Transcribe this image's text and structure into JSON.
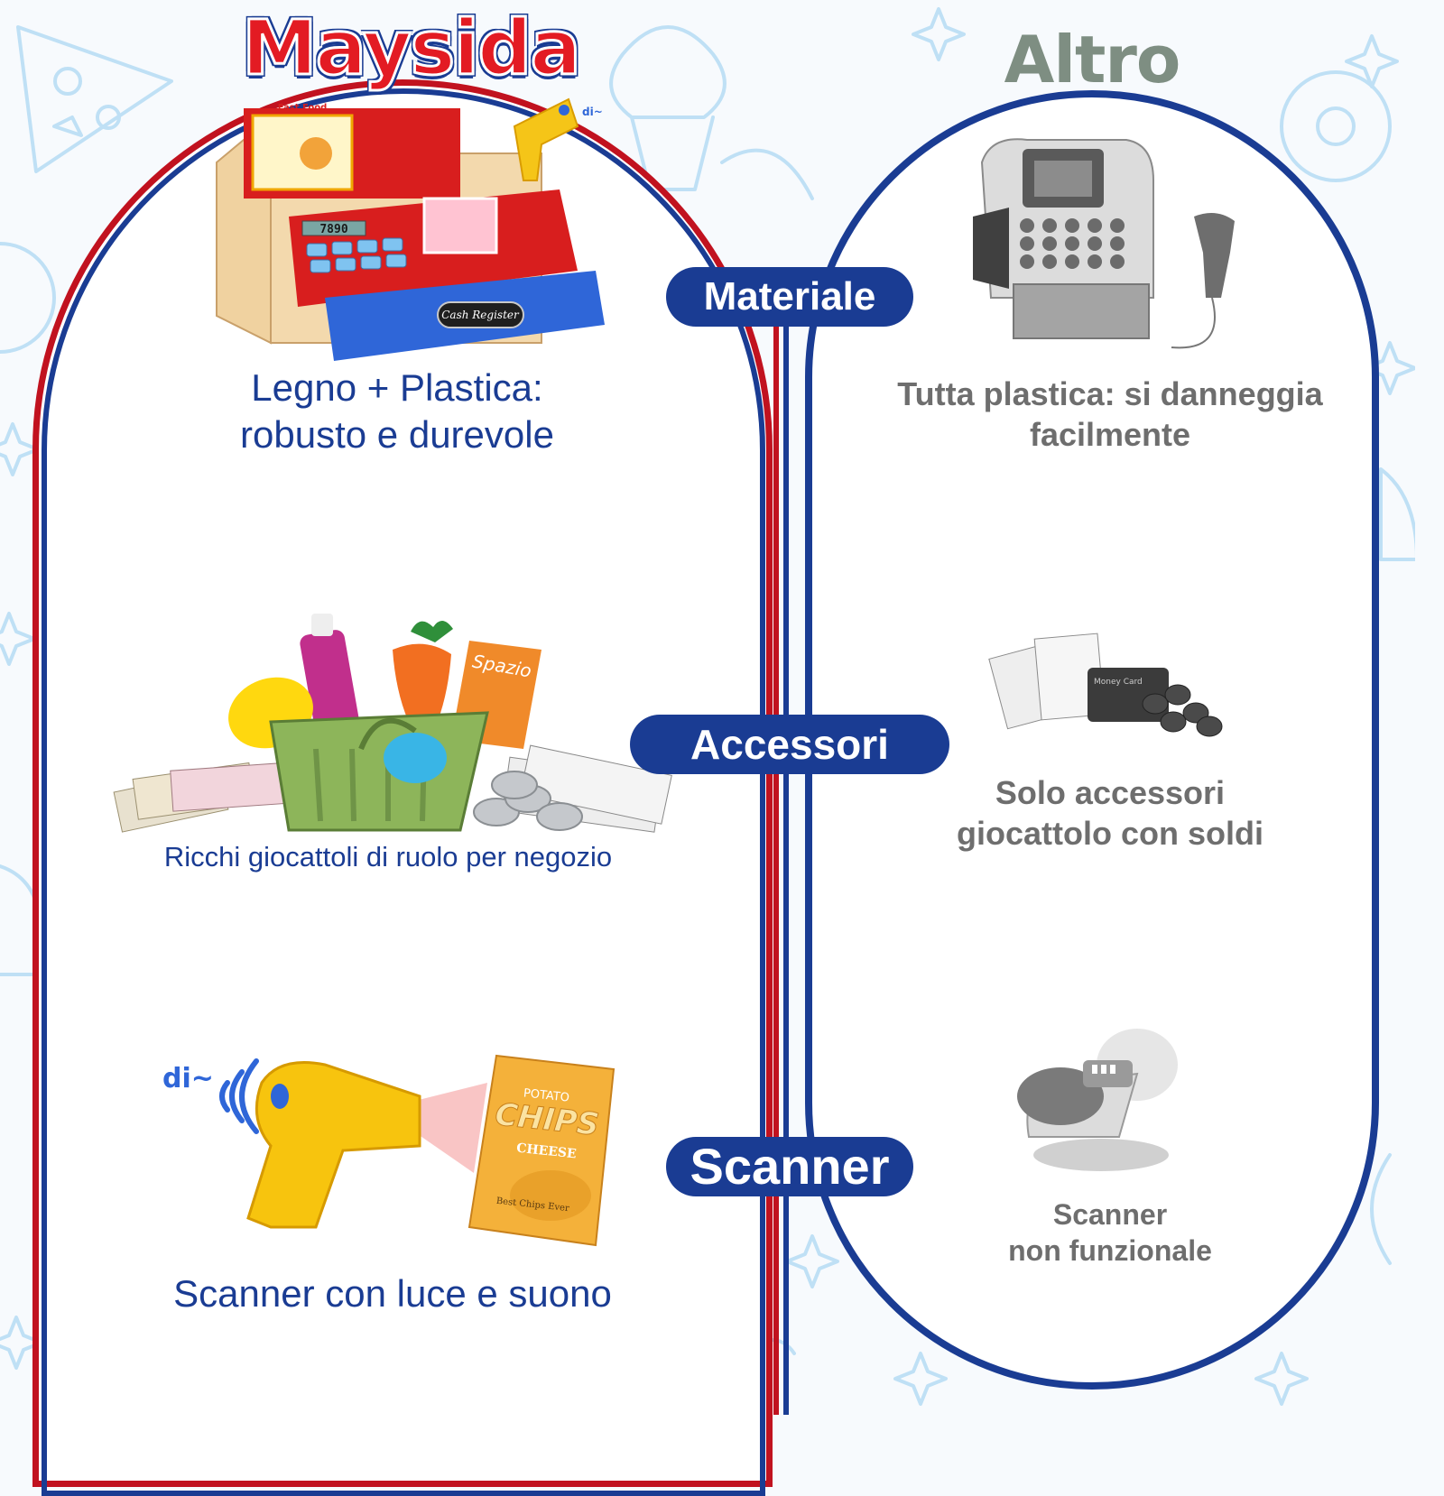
{
  "headers": {
    "brand": "Maysida",
    "other": "Altro"
  },
  "features": [
    {
      "label": "Materiale",
      "brand_text": [
        "Legno + Plastica:",
        "robusto e durevole"
      ],
      "other_text": [
        "Tutta plastica: si danneggia",
        "facilmente"
      ]
    },
    {
      "label": "Accessori",
      "brand_text": [
        "Ricchi giocattoli di ruolo per negozio"
      ],
      "other_text": [
        "Solo accessori",
        "giocattolo con soldi"
      ]
    },
    {
      "label": "Scanner",
      "brand_text": [
        "Scanner con luce e suono"
      ],
      "other_text": [
        "Scanner",
        "non funzionale"
      ]
    }
  ],
  "product_labels": {
    "register_sign": "Fast Food",
    "register_display": "7890",
    "register_drawer": "Cash Register",
    "box_spazio": "Spazio",
    "chips_brand": "CHIPS",
    "chips_top": "POTATO",
    "chips_flavor": "CHEESE",
    "chips_tag": "Best Chips Ever",
    "scanner_sound": "di~",
    "register_sound": "di~",
    "money_card": "Money Card"
  },
  "colors": {
    "brand_red": "#e31b23",
    "navy": "#1a3c93",
    "other_gray": "#7e8e82",
    "doodle_blue": "#bfe0f5"
  },
  "icons": [
    "pizza-doodle",
    "cupcake-doodle",
    "sparkle-doodle",
    "donut-doodle"
  ]
}
